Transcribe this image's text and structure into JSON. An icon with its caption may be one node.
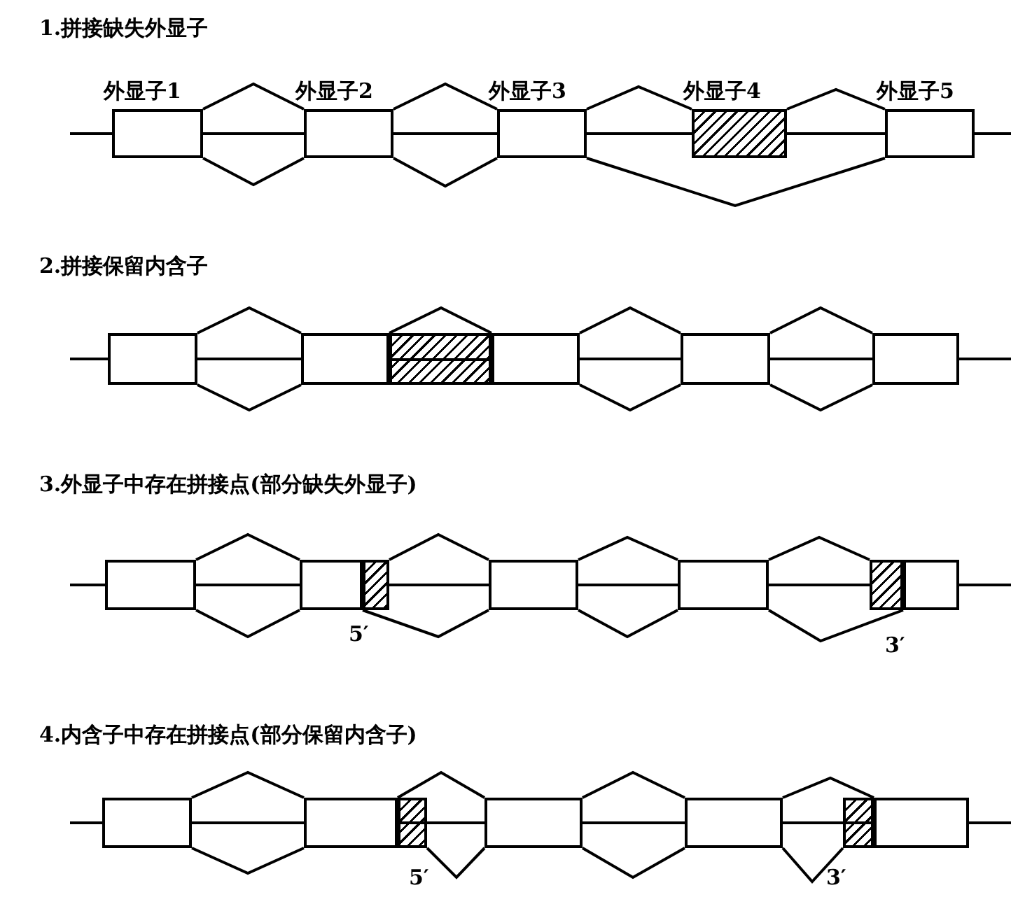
{
  "diagram": {
    "nodes": [
      {
        "text": [
          "外显子1"
        ]
      },
      {
        "text": [
          "外显子2"
        ]
      },
      {
        "text": [
          "外显子3"
        ]
      },
      {
        "text": [
          "外显子4"
        ]
      },
      {
        "text": [
          "外显子5"
        ]
      },
      {
        "text": [],
        "shape": "box"
      },
      {
        "text": [],
        "shape": "box"
      },
      {
        "text": [],
        "shape": "box"
      },
      {
        "text": [],
        "shape": "box"
      },
      {
        "text": [],
        "shape": "box"
      },
      {
        "text": [],
        "shape": "box"
      },
      {
        "text": [],
        "shape": "box"
      },
      {
        "text": [],
        "shape": "box"
      },
      {
        "text": [],
        "shape": "box"
      },
      {
        "text": [],
        "shape": "box"
      },
      {
        "text": [],
        "shape": "box"
      },
      {
        "text": [],
        "shape": "box"
      },
      {
        "text": [],
        "shape": "box"
      },
      {
        "text": [],
        "shape": "box"
      },
      {
        "text": [],
        "shape": "box"
      },
      {
        "text": [],
        "shape": "box"
      },
      {
        "text": [],
        "shape": "box"
      },
      {
        "text": [],
        "shape": "box"
      },
      {
        "text": [],
        "shape": "box"
      },
      {
        "text": [],
        "shape": "box"
      }
    ],
    "edges": [
      {
        "from": 0,
        "to": 1,
        "arrow": "none"
      },
      {
        "from": 0,
        "to": 1,
        "arrow": "none"
      },
      {
        "from": 0,
        "to": 1,
        "arrow": "none"
      },
      {
        "from": 1,
        "to": 2,
        "arrow": "none"
      },
      {
        "from": 1,
        "to": 2,
        "arrow": "none"
      },
      {
        "from": 1,
        "to": 2,
        "arrow": "none"
      },
      {
        "from": 2,
        "to": 3,
        "arrow": "none"
      },
      {
        "from": 2,
        "to": 3,
        "arrow": "none"
      },
      {
        "from": 3,
        "to": 4,
        "arrow": "none"
      },
      {
        "from": 3,
        "to": 4,
        "arrow": "none"
      },
      {
        "from": 2,
        "to": 4,
        "arrow": "none"
      },
      {
        "from": 5,
        "to": 6,
        "arrow": "none"
      },
      {
        "from": 5,
        "to": 6,
        "arrow": "none"
      },
      {
        "from": 5,
        "to": 6,
        "arrow": "none"
      },
      {
        "from": 6,
        "to": 8,
        "arrow": "none"
      },
      {
        "from": 8,
        "to": 9,
        "arrow": "none"
      },
      {
        "from": 8,
        "to": 9,
        "arrow": "none"
      },
      {
        "from": 8,
        "to": 9,
        "arrow": "none"
      },
      {
        "from": 9,
        "to": 10,
        "arrow": "none"
      },
      {
        "from": 9,
        "to": 10,
        "arrow": "none"
      },
      {
        "from": 9,
        "to": 10,
        "arrow": "none"
      },
      {
        "from": 11,
        "to": 12,
        "arrow": "none"
      },
      {
        "from": 11,
        "to": 12,
        "arrow": "none"
      },
      {
        "from": 11,
        "to": 12,
        "arrow": "none"
      },
      {
        "from": 13,
        "to": 14,
        "arrow": "none"
      },
      {
        "from": 13,
        "to": 14,
        "arrow": "none"
      },
      {
        "from": 12,
        "to": 14,
        "arrow": "none"
      },
      {
        "from": 14,
        "to": 15,
        "arrow": "none"
      },
      {
        "from": 14,
        "to": 15,
        "arrow": "none"
      },
      {
        "from": 14,
        "to": 15,
        "arrow": "none"
      },
      {
        "from": 15,
        "to": 16,
        "arrow": "none"
      },
      {
        "from": 15,
        "to": 16,
        "arrow": "none"
      },
      {
        "from": 15,
        "to": 17,
        "arrow": "none"
      },
      {
        "from": 18,
        "to": 19,
        "arrow": "none"
      },
      {
        "from": 18,
        "to": 19,
        "arrow": "none"
      },
      {
        "from": 18,
        "to": 19,
        "arrow": "none"
      },
      {
        "from": 20,
        "to": 21,
        "arrow": "none"
      },
      {
        "from": 19,
        "to": 21,
        "arrow": "none"
      },
      {
        "from": 20,
        "to": 21,
        "arrow": "none"
      },
      {
        "from": 21,
        "to": 22,
        "arrow": "none"
      },
      {
        "from": 21,
        "to": 22,
        "arrow": "none"
      },
      {
        "from": 21,
        "to": 22,
        "arrow": "none"
      },
      {
        "from": 22,
        "to": 23,
        "arrow": "none"
      },
      {
        "from": 22,
        "to": 24,
        "arrow": "none"
      },
      {
        "from": 22,
        "to": 23,
        "arrow": "none"
      }
    ],
    "labels": [
      "1.拼接缺失外显子",
      "2.拼接保留内含子",
      "3.外显子中存在拼接点(部分缺失外显子)",
      "5′",
      "3′",
      "4.内含子中存在拼接点(部分保留内含子)",
      "5′",
      "3′"
    ]
  }
}
